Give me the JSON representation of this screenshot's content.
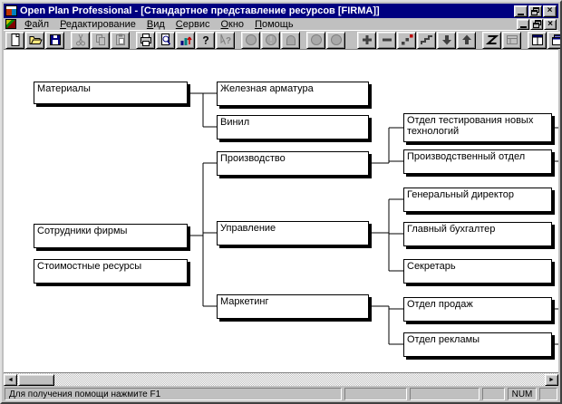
{
  "window": {
    "title": "Open Plan Professional - [Стандартное представление ресурсов [FIRMA]]",
    "controls": {
      "minimize": "minimize",
      "restore": "restore",
      "close_glyph": "×"
    },
    "colors": {
      "titlebar": "#000080",
      "chrome": "#c0c0c0",
      "canvas": "#ffffff",
      "box_shadow": "#000000"
    }
  },
  "menu": {
    "items": [
      {
        "label": "Файл"
      },
      {
        "label": "Редактирование"
      },
      {
        "label": "Вид"
      },
      {
        "label": "Сервис"
      },
      {
        "label": "Окно"
      },
      {
        "label": "Помощь"
      }
    ]
  },
  "toolbar": {
    "buttons": [
      {
        "name": "new",
        "enabled": true
      },
      {
        "name": "open",
        "enabled": true
      },
      {
        "name": "save",
        "enabled": true
      },
      {
        "name": "cut",
        "enabled": false
      },
      {
        "name": "copy",
        "enabled": false
      },
      {
        "name": "paste",
        "enabled": false
      },
      {
        "name": "print",
        "enabled": true
      },
      {
        "name": "print-preview",
        "enabled": true
      },
      {
        "name": "update-views",
        "enabled": true
      },
      {
        "name": "help",
        "enabled": true
      },
      {
        "name": "context-help",
        "enabled": false
      },
      {
        "name": "node-shape-circle",
        "enabled": false
      },
      {
        "name": "node-shape-circle-2",
        "enabled": false
      },
      {
        "name": "node-shape-arch",
        "enabled": false
      },
      {
        "name": "node-circle-a",
        "enabled": false
      },
      {
        "name": "node-circle-b",
        "enabled": false
      },
      {
        "name": "add",
        "enabled": true
      },
      {
        "name": "remove",
        "enabled": true
      },
      {
        "name": "link",
        "enabled": true
      },
      {
        "name": "steps",
        "enabled": true
      },
      {
        "name": "move-down",
        "enabled": true
      },
      {
        "name": "move-up",
        "enabled": true
      },
      {
        "name": "zigzag",
        "enabled": true
      },
      {
        "name": "layout",
        "enabled": false
      },
      {
        "name": "tile-windows",
        "enabled": true
      },
      {
        "name": "cascade-windows",
        "enabled": true
      }
    ],
    "help_glyph": "?"
  },
  "canvas": {
    "boxes": [
      {
        "label": "Материалы"
      },
      {
        "label": "Сотрудники фирмы"
      },
      {
        "label": "Стоимостные ресурсы"
      },
      {
        "label": "Железная арматура"
      },
      {
        "label": "Винил"
      },
      {
        "label": "Производство"
      },
      {
        "label": "Управление"
      },
      {
        "label": "Маркетинг"
      },
      {
        "label": "Отдел тестирования новых технологий"
      },
      {
        "label": "Производственный отдел"
      },
      {
        "label": "Генеральный директор"
      },
      {
        "label": "Главный бухгалтер"
      },
      {
        "label": "Секретарь"
      },
      {
        "label": "Отдел продаж"
      },
      {
        "label": "Отдел рекламы"
      }
    ],
    "hierarchy": {
      "Материалы": [
        "Железная арматура",
        "Винил"
      ],
      "Сотрудники фирмы": [
        "Производство",
        "Управление",
        "Маркетинг"
      ],
      "Стоимостные ресурсы": [],
      "Производство": [
        "Отдел тестирования новых технологий",
        "Производственный отдел"
      ],
      "Управление": [
        "Генеральный директор",
        "Главный бухгалтер",
        "Секретарь"
      ],
      "Маркетинг": [
        "Отдел продаж",
        "Отдел рекламы"
      ]
    }
  },
  "scrollbar": {
    "left_glyph": "◄",
    "right_glyph": "►"
  },
  "statusbar": {
    "message": "Для получения помощи нажмите F1",
    "num": "NUM"
  }
}
